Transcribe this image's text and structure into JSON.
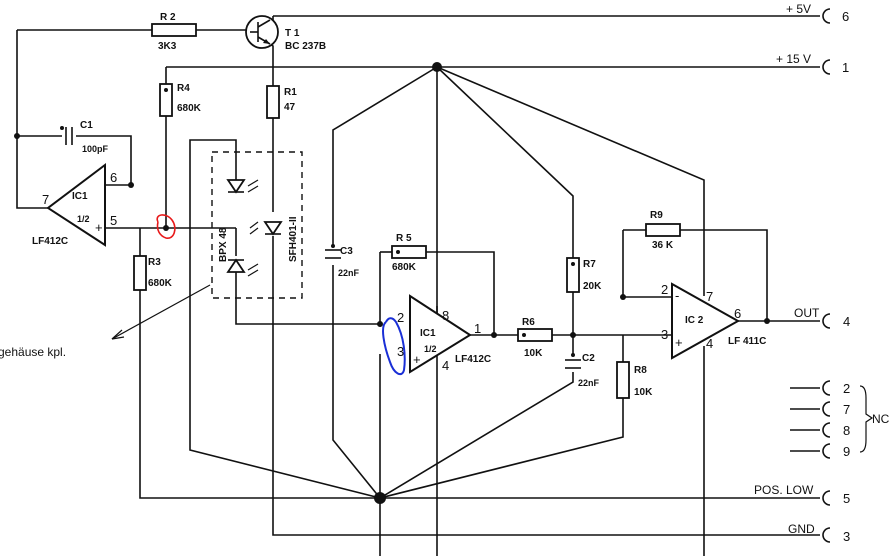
{
  "components": {
    "r2": {
      "name": "R 2",
      "value": "3K3"
    },
    "t1": {
      "name": "T 1",
      "value": "BC 237B"
    },
    "r4": {
      "name": "R4",
      "value": "680K"
    },
    "r1": {
      "name": "R1",
      "value": "47"
    },
    "c1": {
      "name": "C1",
      "value": "100pF"
    },
    "ic1a": {
      "name": "IC1",
      "half": "1/2",
      "type": "LF412C",
      "pin_out": "7",
      "pin_minus": "6",
      "pin_plus": "5"
    },
    "bpx": {
      "name": "BPX 48"
    },
    "sfh": {
      "name": "SFH401-II"
    },
    "r3": {
      "name": "R3",
      "value": "680K"
    },
    "c3": {
      "name": "C3",
      "value": "22nF"
    },
    "r5": {
      "name": "R 5",
      "value": "680K"
    },
    "ic1b": {
      "name": "IC1",
      "half": "1/2",
      "type": "LF412C",
      "pin_minus": "2",
      "pin_plus": "3",
      "pin_out": "1",
      "pin_vplus": "8",
      "pin_vminus": "4"
    },
    "r6": {
      "name": "R6",
      "value": "10K"
    },
    "r7": {
      "name": "R7",
      "value": "20K"
    },
    "c2": {
      "name": "C2",
      "value": "22nF"
    },
    "r8": {
      "name": "R8",
      "value": "10K"
    },
    "r9": {
      "name": "R9",
      "value": "36 K"
    },
    "ic2": {
      "name": "IC 2",
      "type": "LF 411C",
      "pin_minus": "2",
      "pin_plus": "3",
      "pin_out": "6",
      "pin_vplus": "7",
      "pin_vminus": "4"
    }
  },
  "nets": {
    "v5": {
      "label": "+ 5V",
      "pin": "6"
    },
    "v15": {
      "label": "+ 15 V",
      "pin": "1"
    },
    "out": {
      "label": "OUT",
      "pin": "4"
    },
    "nc": {
      "label": "NC",
      "pins": [
        "2",
        "7",
        "8",
        "9"
      ]
    },
    "poslow": {
      "label": "POS. LOW",
      "pin": "5"
    },
    "gnd": {
      "label": "GND",
      "pin": "3"
    }
  },
  "annotation": {
    "housing": "gehäuse kpl."
  },
  "signs": {
    "plus": "+",
    "minus": "-"
  },
  "markup_colors": {
    "red_circle": "#e8191a",
    "blue_outline": "#1a2fd6"
  }
}
